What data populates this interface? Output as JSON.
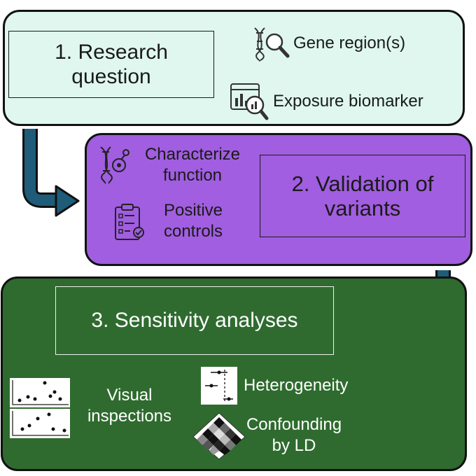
{
  "steps": {
    "research": {
      "line1": "1. Research",
      "line2": "question"
    },
    "validation": {
      "line1": "2. Validation of",
      "line2": "variants"
    },
    "sensitivity": {
      "label": "3. Sensitivity analyses"
    }
  },
  "research_items": {
    "gene_region": "Gene region(s)",
    "exposure_biomarker": "Exposure biomarker"
  },
  "validation_items": {
    "characterize_line1": "Characterize",
    "characterize_line2": "function",
    "positive_line1": "Positive",
    "positive_line2": "controls"
  },
  "sensitivity_items": {
    "visual_line1": "Visual",
    "visual_line2": "inspections",
    "heterogeneity": "Heterogeneity",
    "confounding_line1": "Confounding",
    "confounding_line2": "by LD"
  },
  "icons": [
    "dna-search-icon",
    "chart-magnifier-icon",
    "dna-molecule-icon",
    "clipboard-checklist-icon",
    "scatter-plot-icon",
    "forest-plot-icon",
    "ld-heatmap-icon"
  ],
  "colors": {
    "panel1": "#dff7ef",
    "panel2": "#a15ee0",
    "panel3": "#2f6b2f",
    "arrow": "#1e5c7a"
  }
}
